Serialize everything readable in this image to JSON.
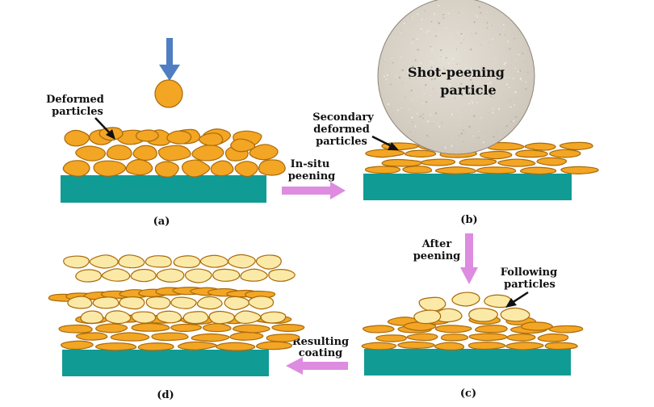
{
  "panels": {
    "a": {
      "label": "(a)",
      "annotation": [
        "Deformed",
        "particles"
      ]
    },
    "b": {
      "label": "(b)",
      "ball_text": [
        "Shot-peening",
        "particle"
      ],
      "annotation": [
        "Secondary",
        "deformed",
        "particles"
      ]
    },
    "c": {
      "label": "(c)",
      "annotation": [
        "Following",
        "particles"
      ]
    },
    "d": {
      "label": "(d)"
    }
  },
  "arrows": {
    "ab": [
      "In-situ",
      "peening"
    ],
    "bc": [
      "After",
      "peening"
    ],
    "cd": [
      "Resulting",
      "coating"
    ]
  },
  "colors": {
    "substrate": "#109b95",
    "particle_orange": "#f3a524",
    "particle_outline": "#a86a0a",
    "particle_light": "#fbe9a7",
    "shot_ball": "#d8d2c8",
    "process_arrow": "#dd8ce0",
    "impact_arrow": "#4f7fc2"
  }
}
